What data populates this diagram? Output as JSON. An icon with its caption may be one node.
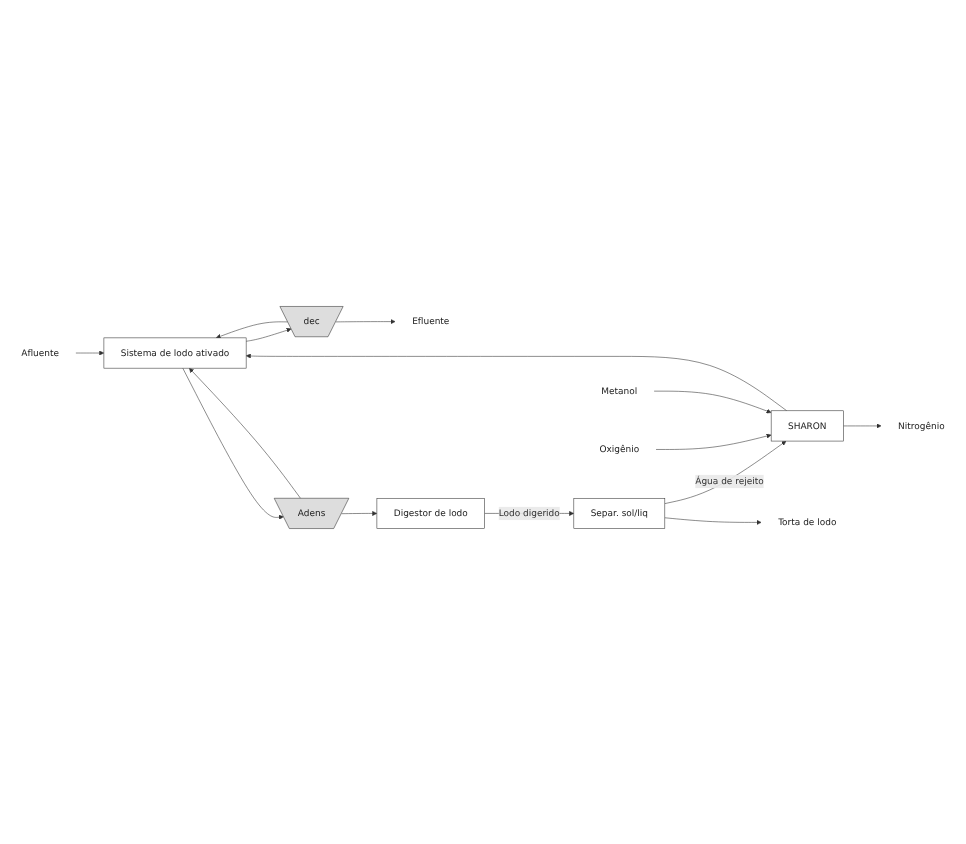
{
  "diagram": {
    "nodes": [
      {
        "text": [
          "Afluente"
        ]
      },
      {
        "text": [
          "Sistema de lodo ativado"
        ]
      },
      {
        "text": [
          "dec"
        ]
      },
      {
        "text": [
          "Efluente"
        ]
      },
      {
        "text": [
          "Adens"
        ]
      },
      {
        "text": [
          "Digestor de lodo"
        ]
      },
      {
        "text": [
          "Separ. sol/liq"
        ]
      },
      {
        "text": [
          "SHARON"
        ]
      },
      {
        "text": [
          "Nitrogênio"
        ]
      },
      {
        "text": [
          "Oxigênio"
        ]
      },
      {
        "text": [
          "Metanol"
        ]
      },
      {
        "text": [
          "Torta de lodo"
        ]
      }
    ],
    "edges": [
      {
        "from": 0,
        "to": 1,
        "arrow": "to"
      },
      {
        "from": 1,
        "to": 2,
        "arrow": "to"
      },
      {
        "from": 2,
        "to": 3,
        "arrow": "to"
      },
      {
        "from": 2,
        "to": 1,
        "arrow": "to"
      },
      {
        "from": 1,
        "to": 4,
        "arrow": "to"
      },
      {
        "from": 4,
        "to": 1,
        "arrow": "to"
      },
      {
        "from": 4,
        "to": 5,
        "arrow": "to"
      },
      {
        "from": 5,
        "to": 6,
        "arrow": "to",
        "label": "Lodo digerido"
      },
      {
        "from": 6,
        "to": 7,
        "arrow": "to",
        "label": "Água de rejeito"
      },
      {
        "from": 7,
        "to": 1,
        "arrow": "to"
      },
      {
        "from": 7,
        "to": 8,
        "arrow": "to"
      },
      {
        "from": 9,
        "to": 7,
        "arrow": "to"
      },
      {
        "from": 10,
        "to": 7,
        "arrow": "to"
      },
      {
        "from": 6,
        "to": 11,
        "arrow": "to"
      }
    ]
  }
}
